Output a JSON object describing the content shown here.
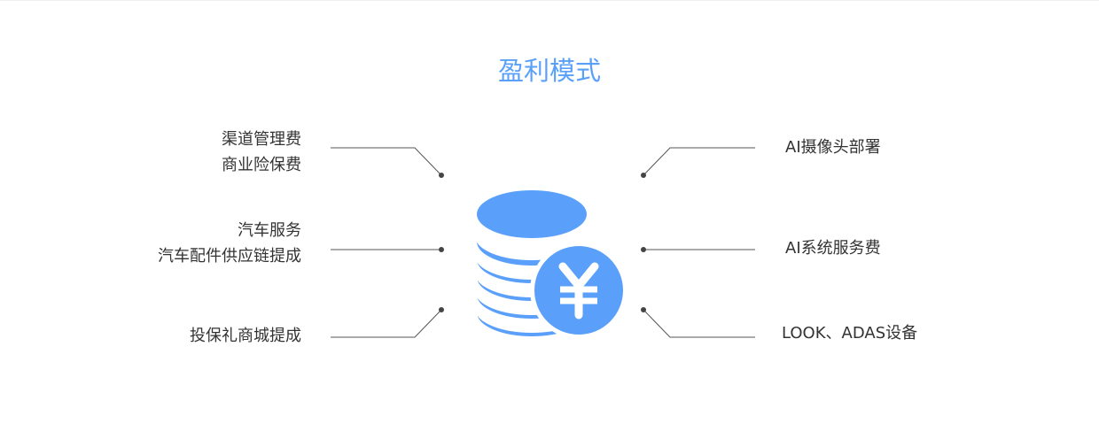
{
  "title": "盈利模式",
  "left": [
    {
      "lines": [
        "渠道管理费",
        "商业险保费"
      ]
    },
    {
      "lines": [
        "汽车服务",
        "汽车配件供应链提成"
      ]
    },
    {
      "lines": [
        "投保礼商城提成"
      ]
    }
  ],
  "right": [
    {
      "lines": [
        "AI摄像头部署"
      ]
    },
    {
      "lines": [
        "AI系统服务费"
      ]
    },
    {
      "lines": [
        "LOOK、ADAS设备"
      ]
    }
  ],
  "colors": {
    "accent": "#5aa0fa",
    "line": "#555555"
  },
  "icon": "coins-yen-icon"
}
